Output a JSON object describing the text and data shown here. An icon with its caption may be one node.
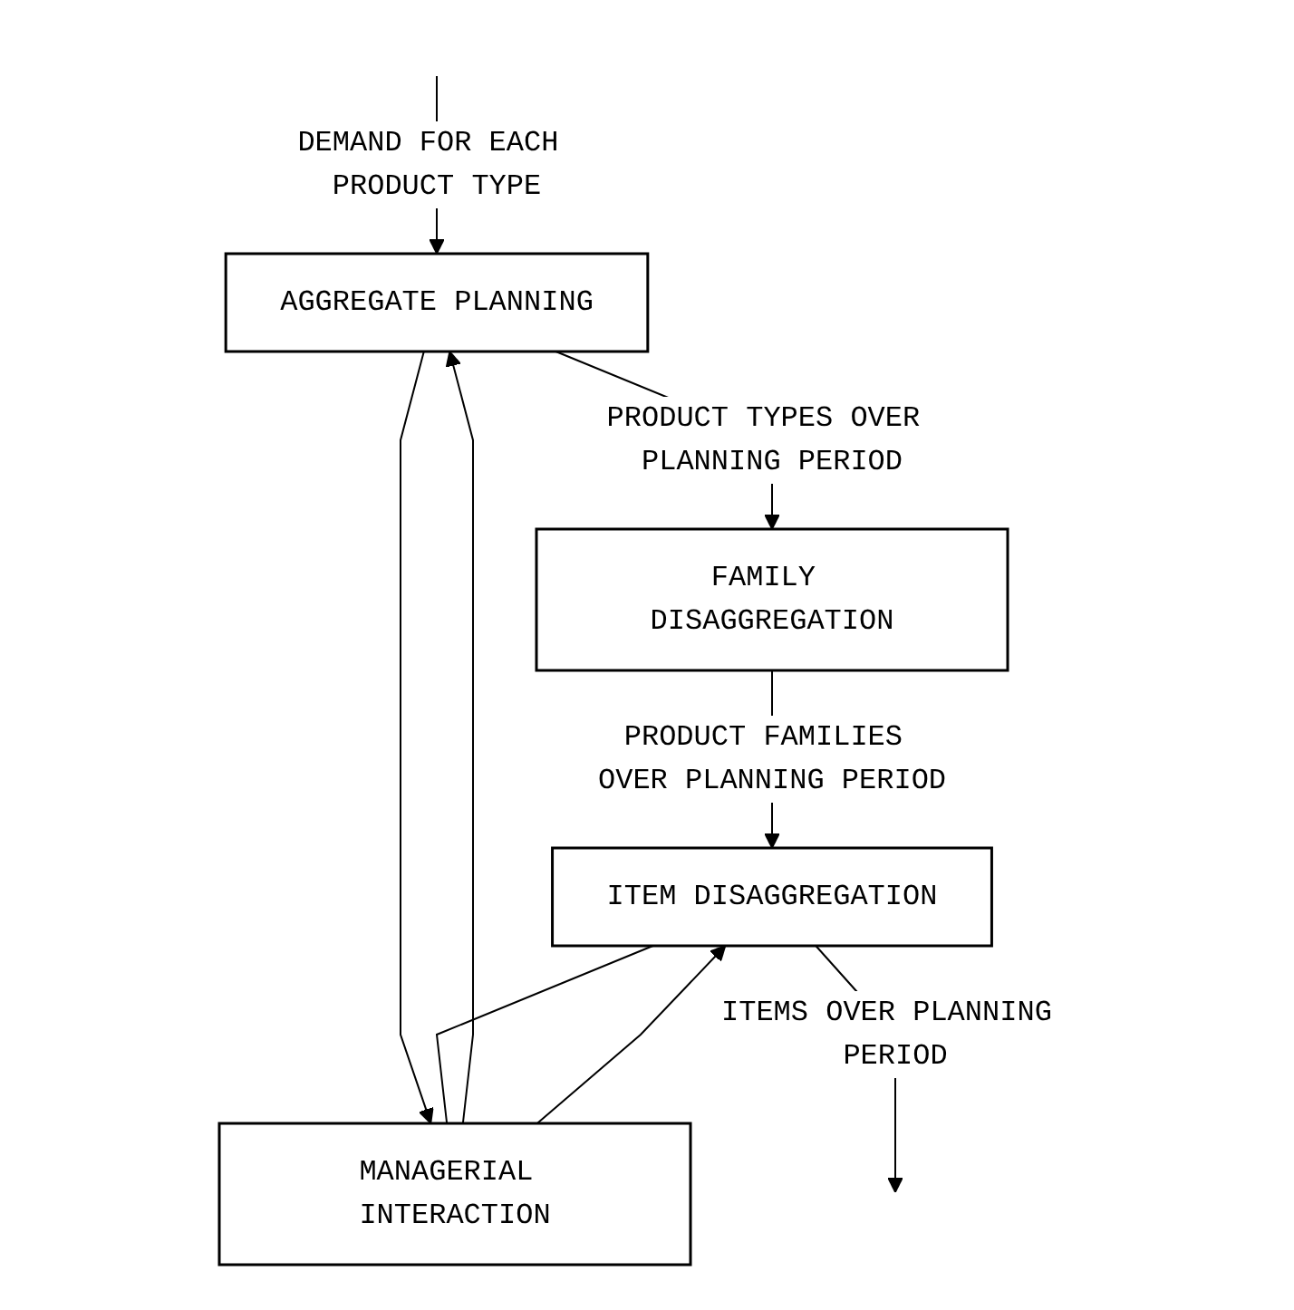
{
  "diagram": {
    "nodes": [
      {
        "text": [
          "AGGREGATE PLANNING"
        ]
      },
      {
        "text": [
          "FAMILY DISAGGREGATION"
        ]
      },
      {
        "text": [
          "MANAGERIAL INTERACTION"
        ]
      },
      {
        "text": [
          "ITEM DISAGGREGATION"
        ]
      }
    ],
    "edges": [
      {
        "from": null,
        "to": 0,
        "arrow": "to",
        "label": "DEMAND FOR EACH PRODUCT TYPE"
      },
      {
        "from": 0,
        "to": 1,
        "arrow": "to",
        "label": "PRODUCT TYPES OVER PLANNING PERIOD"
      },
      {
        "from": 0,
        "to": 2,
        "arrow": "to"
      },
      {
        "from": 2,
        "to": 0,
        "arrow": "to"
      },
      {
        "from": 1,
        "to": 3,
        "arrow": "to",
        "label": "PRODUCT FAMILIES OVER PLANNING PERIOD"
      },
      {
        "from": 2,
        "to": 3,
        "arrow": "to"
      },
      {
        "from": 3,
        "to": 2,
        "arrow": "none"
      },
      {
        "from": 3,
        "to": null,
        "arrow": "to",
        "label": "ITEMS OVER PLANNING PERIOD"
      }
    ]
  }
}
